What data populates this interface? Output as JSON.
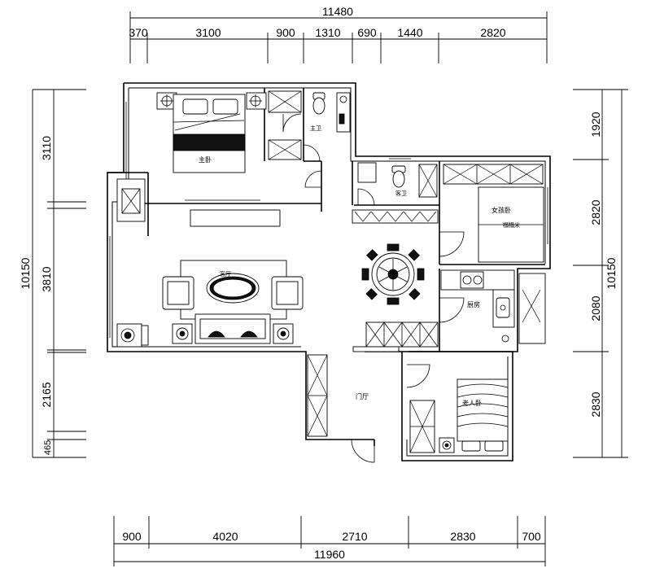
{
  "dimensions": {
    "top_total": "11480",
    "top_segments": [
      "370",
      "3100",
      "900",
      "1310",
      "690",
      "1440",
      "2820"
    ],
    "bottom_total": "11960",
    "bottom_segments": [
      "900",
      "4020",
      "2710",
      "2830",
      "700"
    ],
    "left_total": "10150",
    "left_segments": [
      "3110",
      "3810",
      "2165",
      "465"
    ],
    "right_total": "10150",
    "right_segments": [
      "1920",
      "2820",
      "2080",
      "2830"
    ]
  },
  "rooms": {
    "master_bedroom": "主卧",
    "master_bath": "主卫",
    "guest_bath": "客卫",
    "girl_bedroom": "女孩卧",
    "tatami": "榻榻米",
    "living_room": "客厅",
    "kitchen": "厨房",
    "foyer": "门厅",
    "elder_bedroom": "老人卧"
  }
}
